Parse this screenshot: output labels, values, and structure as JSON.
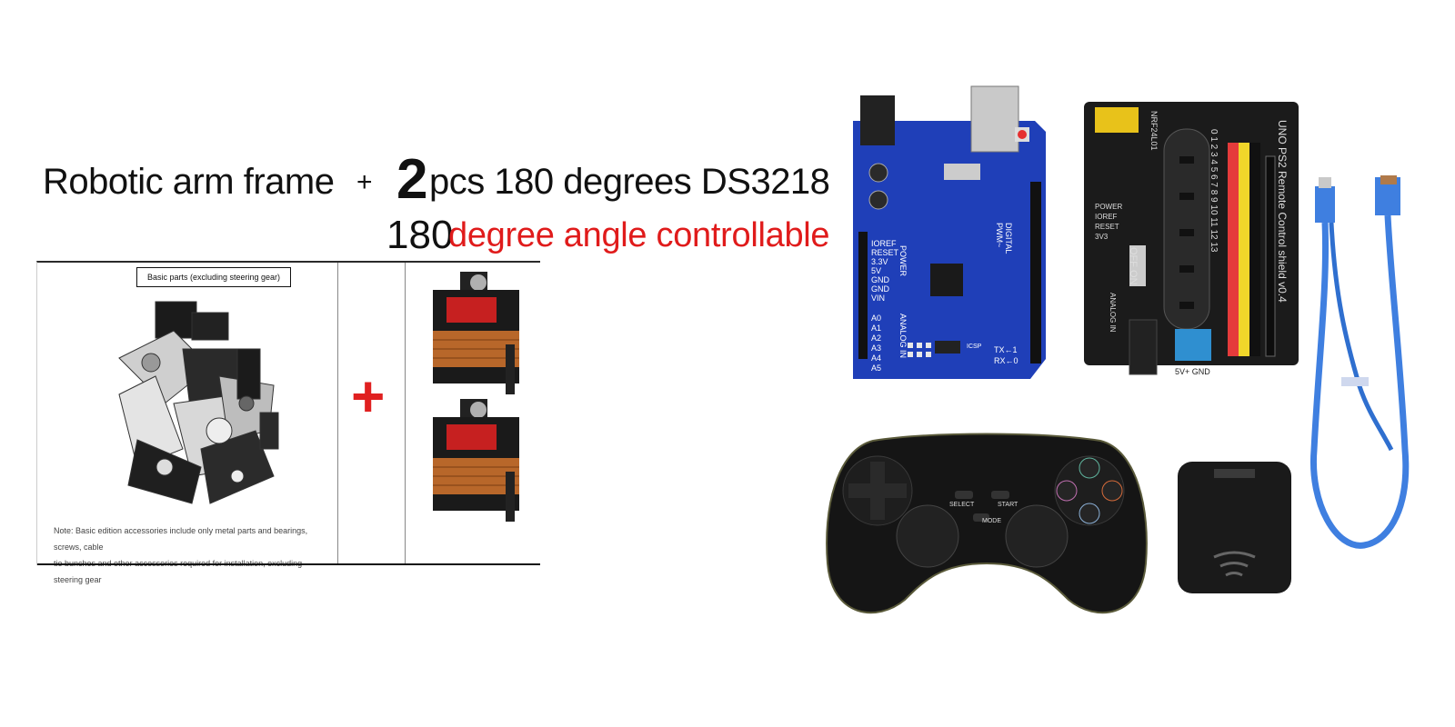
{
  "header": {
    "frame_text": "Robotic arm frame",
    "plus": "+",
    "quantity": "2",
    "servo_text": "pcs 180 degrees DS3218",
    "angle_number": "180",
    "angle_text": "degree angle controllable"
  },
  "panel": {
    "basic_parts_label": "Basic parts (excluding steering gear)",
    "note_line1": "Note: Basic edition accessories include only metal parts and bearings, screws, cable",
    "note_line2": "tie bunches and other accessories required for installation, excluding steering gear",
    "plus": "+"
  },
  "uno_board": {
    "left_labels": [
      "IOREF",
      "RESET",
      "3.3V",
      "5V",
      "GND",
      "GND",
      "VIN"
    ],
    "analog_labels": [
      "A0",
      "A1",
      "A2",
      "A3",
      "A4",
      "A5"
    ],
    "power_label": "POWER",
    "analog_label": "ANALOG IN",
    "digital_label": "DIGITAL PWM~",
    "tx_label": "TX←1",
    "rx_label": "RX←0",
    "icsp_label": "ICSP"
  },
  "shield": {
    "title": "UNO PS2 Remote Control shield v0.4",
    "nrf_label": "NRF24L01",
    "off_on": "OFF ON",
    "voltage": "5V+ GND",
    "numbers": "0 1 2 3 4 5 6 7 8 9 10 11 12 13",
    "power_labels": [
      "POWER",
      "IOREF",
      "RESET",
      "3V3"
    ],
    "analog_label": "ANALOG IN"
  },
  "controller": {
    "select": "SELECT",
    "mode": "MODE",
    "start": "START"
  },
  "colors": {
    "red_text": "#e01b1b",
    "board_blue": "#1f3fb8",
    "shield_black": "#1b1b1b",
    "cable_blue": "#3f7fe0"
  }
}
